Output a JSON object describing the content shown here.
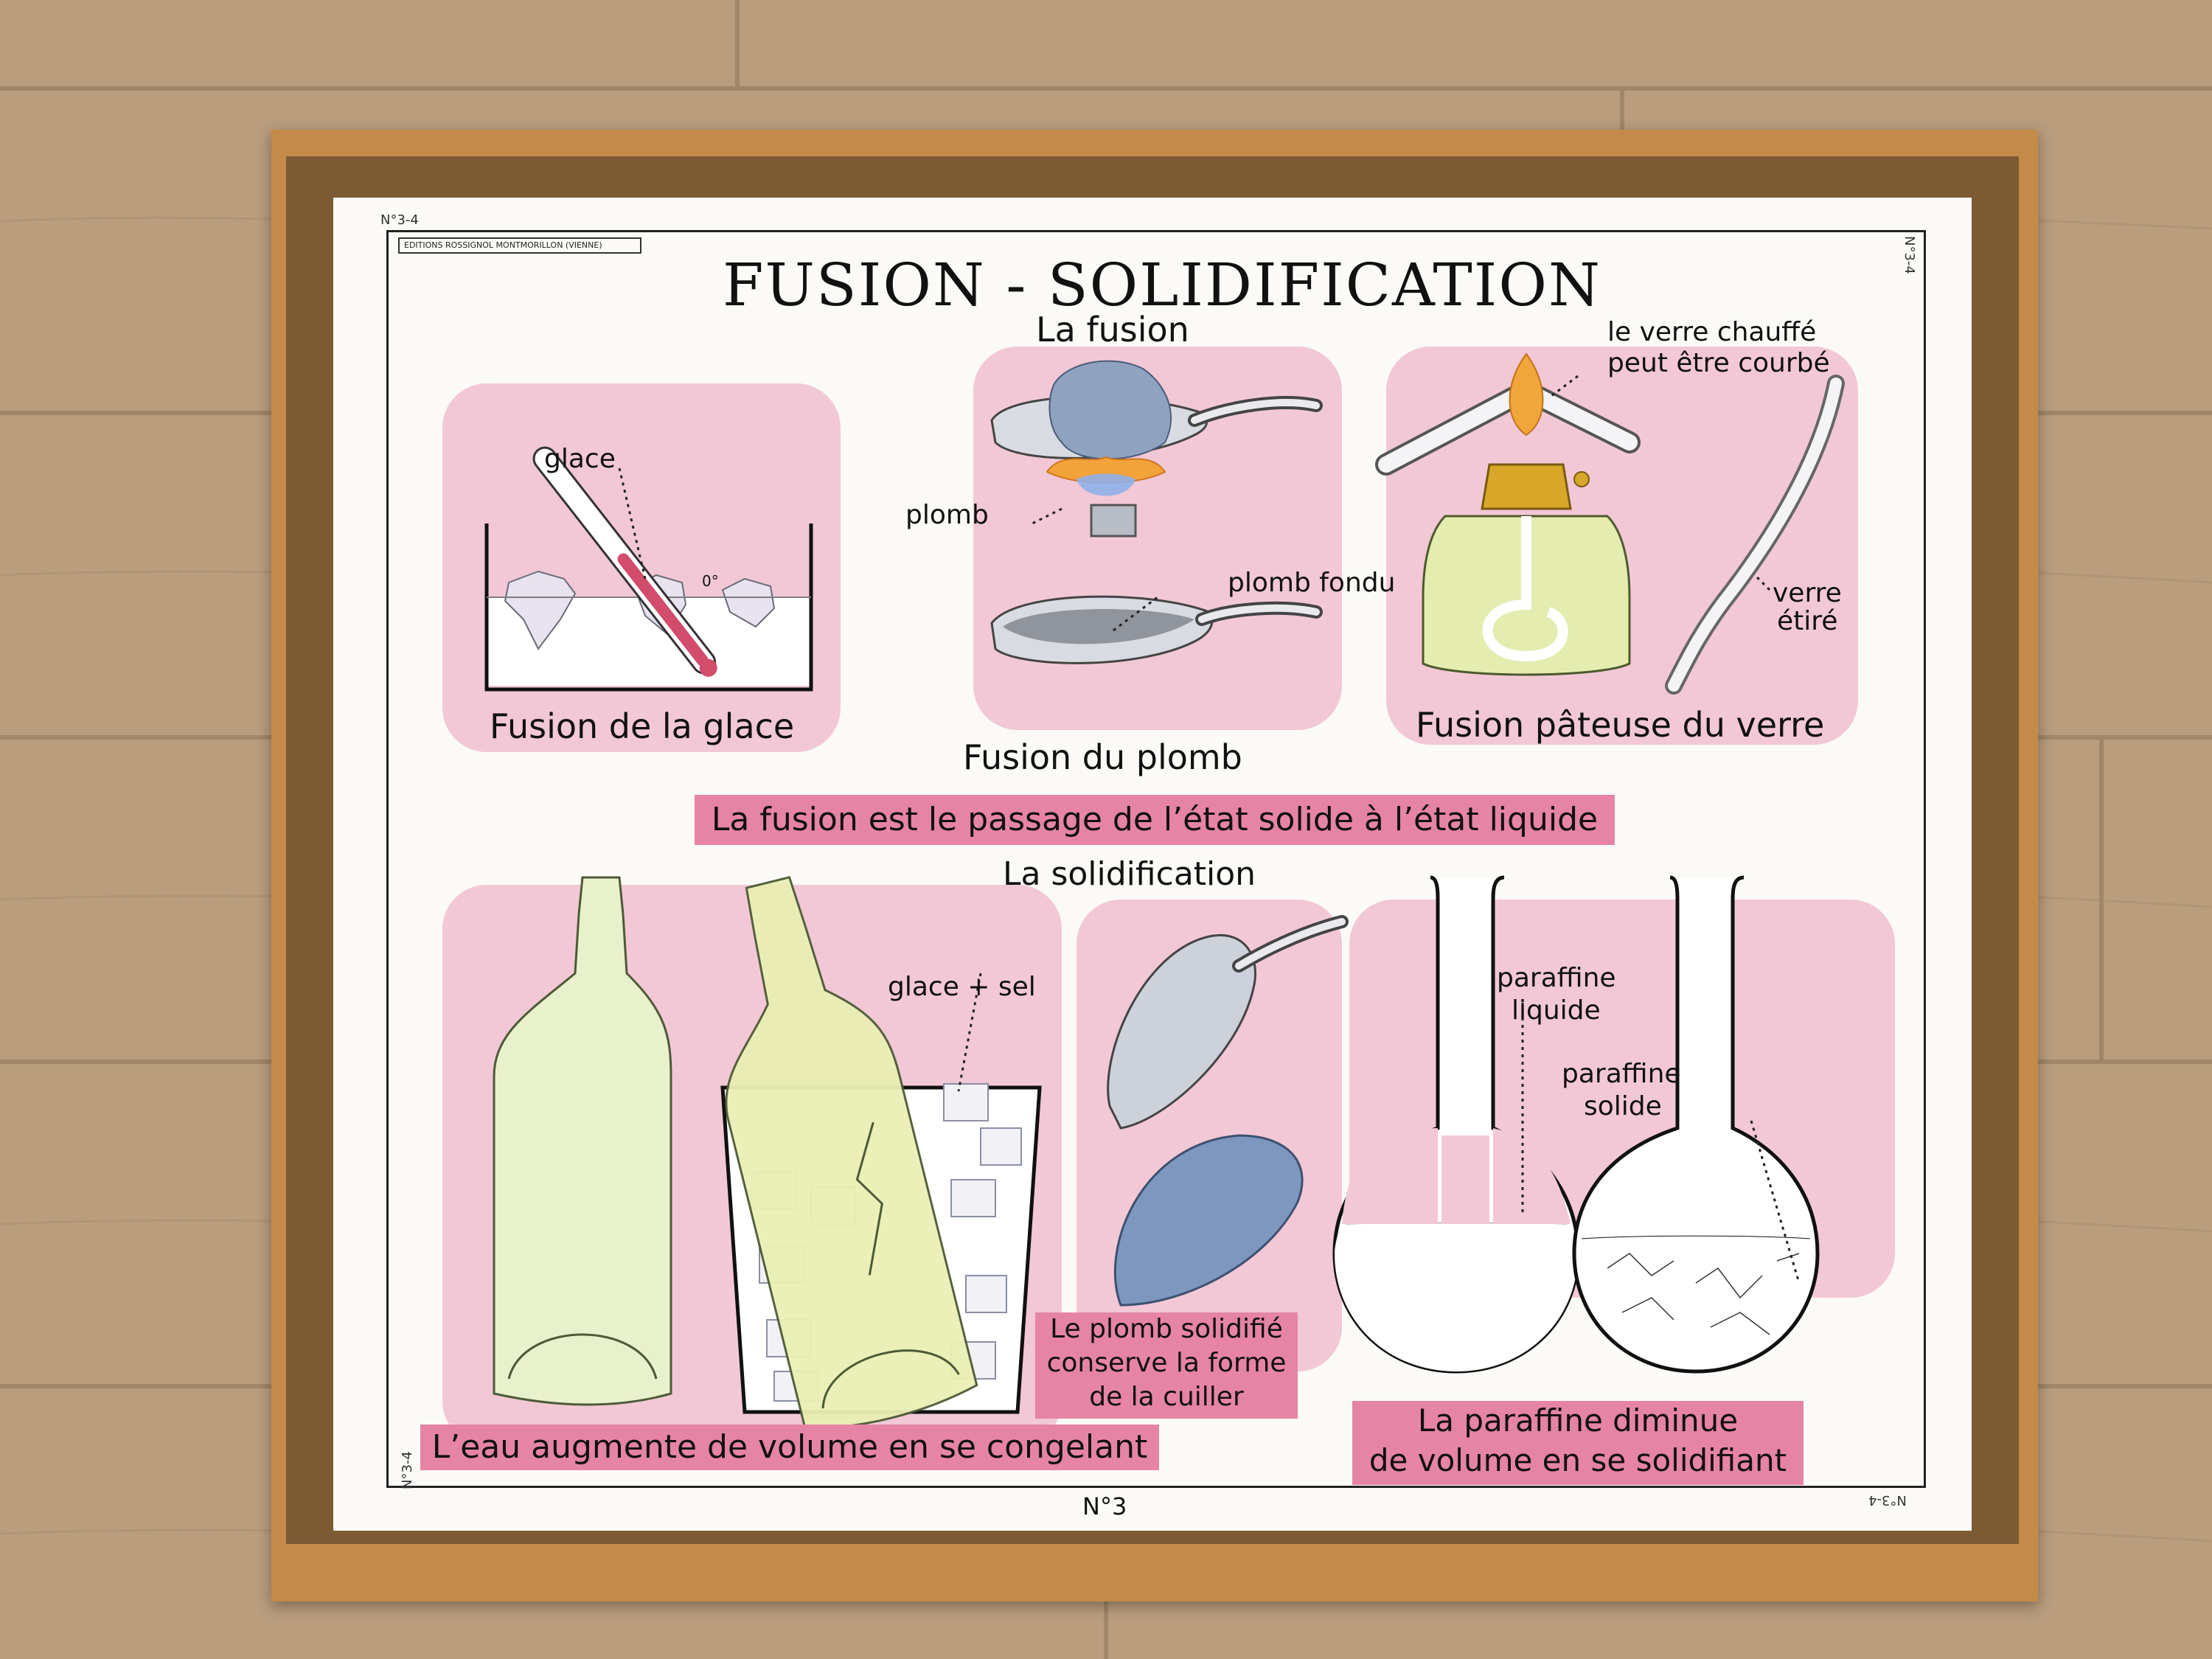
{
  "poster": {
    "title": "FUSION - SOLIDIFICATION",
    "code_top_left": "N°3-4",
    "code_top_right": "N°3-4",
    "code_bottom_left": "N°3-4",
    "code_bottom_right": "N°3-4",
    "publisher": "EDITIONS ROSSIGNOL MONTMORILLON (VIENNE)",
    "number": "N°3",
    "fusion": {
      "heading": "La fusion",
      "ice": {
        "label": "glace",
        "degree": "0°",
        "caption": "Fusion de la glace"
      },
      "lead": {
        "label_plomb": "plomb",
        "label_fondu": "plomb fondu",
        "caption": "Fusion du plomb"
      },
      "glass": {
        "label_heated_1": "le verre chauffé",
        "label_heated_2": "peut être courbé",
        "label_drawn_1": "verre",
        "label_drawn_2": "étiré",
        "caption": "Fusion pâteuse du verre"
      },
      "definition": "La fusion est le passage de l’état solide à l’état liquide"
    },
    "solidification": {
      "heading": "La solidification",
      "bottle": {
        "label": "glace + sel",
        "caption": "L’eau augmente de volume en se congelant"
      },
      "spoon": {
        "caption_1": "Le plomb solidifié",
        "caption_2": "conserve la forme",
        "caption_3": "de la cuiller"
      },
      "paraffin": {
        "label_liquid_1": "paraffine",
        "label_liquid_2": "liquide",
        "label_solid_1": "paraffine",
        "label_solid_2": "solide",
        "caption_1": "La paraffine diminue",
        "caption_2": "de volume en se solidifiant"
      }
    }
  },
  "colors": {
    "pink_band": "#e684a6",
    "pink_wash": "#f2c8d6",
    "frame_wood": "#c48a4a",
    "floor": "#b89c7c"
  }
}
